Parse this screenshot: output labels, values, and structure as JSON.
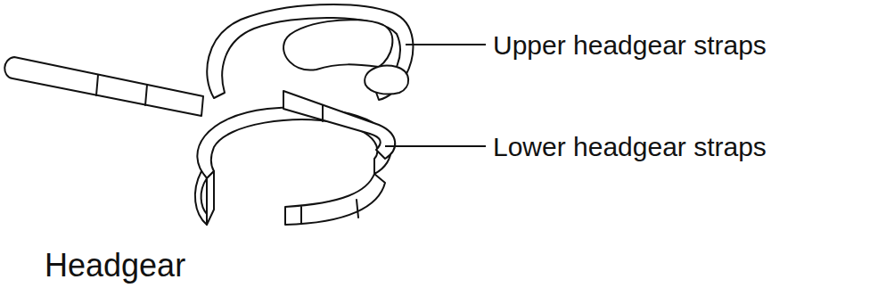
{
  "diagram": {
    "caption": "Headgear",
    "labels": [
      "Upper headgear straps",
      "Lower headgear straps"
    ]
  }
}
